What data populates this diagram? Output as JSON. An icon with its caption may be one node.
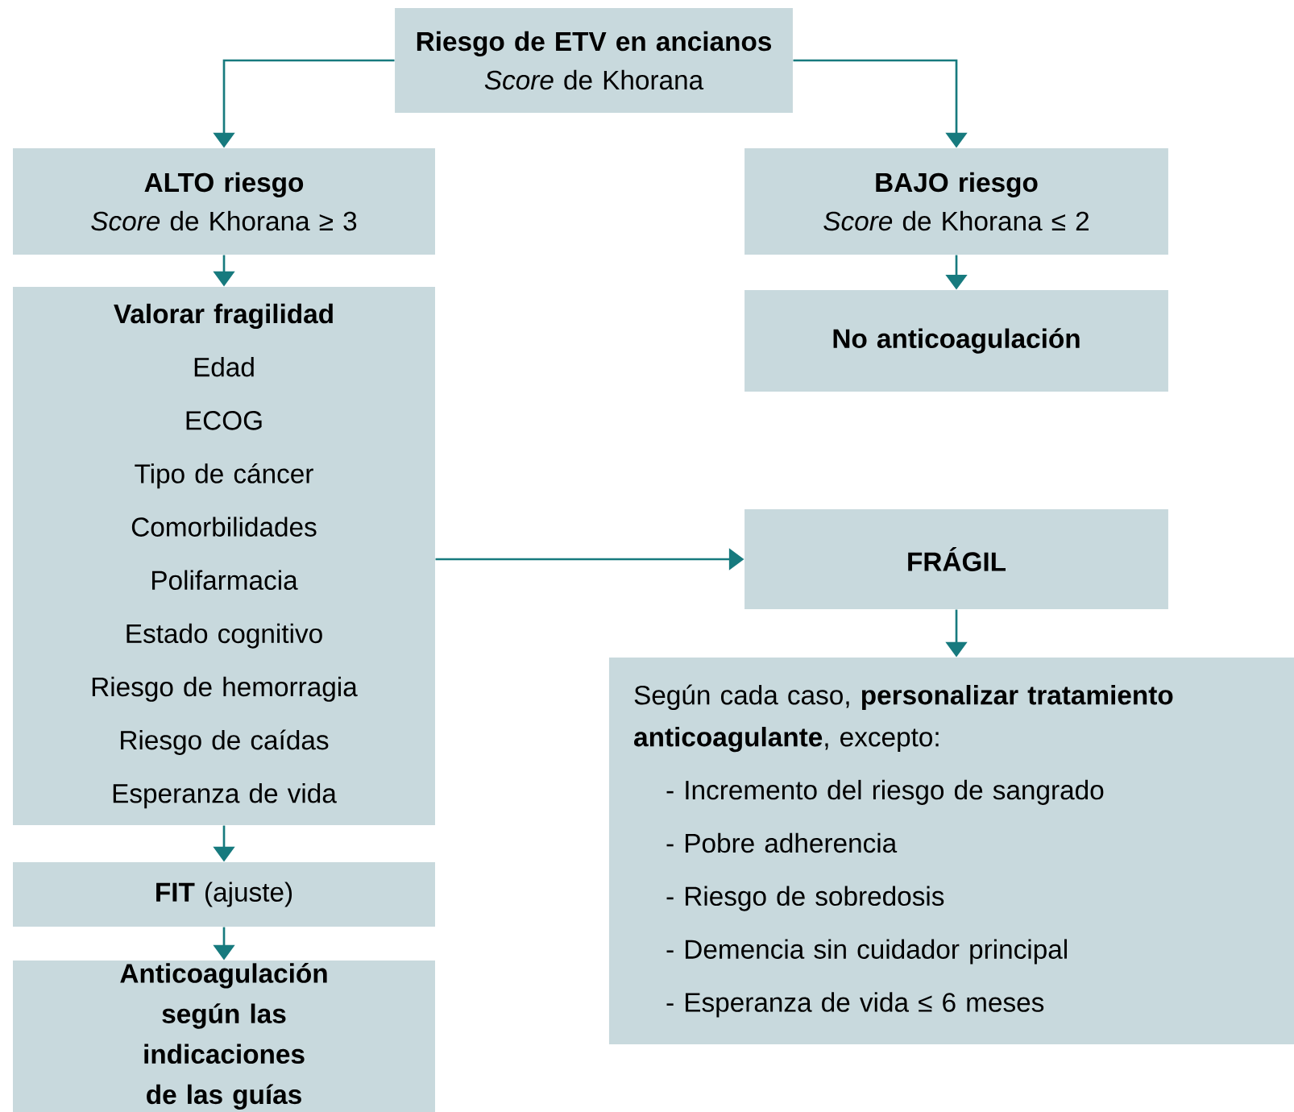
{
  "diagram": {
    "nodes": [
      {
        "text": [
          "Riesgo de ETV en ancianos",
          "*Score* de Khorana"
        ]
      },
      {
        "text": [
          "ALTO riesgo",
          "*Score* de Khorana ≥ 3"
        ]
      },
      {
        "text": [
          "BAJO riesgo",
          "*Score* de Khorana ≤ 2"
        ]
      },
      {
        "text": [
          "Valorar fragilidad",
          "Edad",
          "ECOG",
          "Tipo de cáncer",
          "Comorbilidades",
          "Polifarmacia",
          "Estado cognitivo",
          "Riesgo de hemorragia",
          "Riesgo de caídas",
          "Esperanza de vida"
        ]
      },
      {
        "text": [
          "No anticoagulación"
        ]
      },
      {
        "text": [
          "FRÁGIL"
        ]
      },
      {
        "text": [
          "Según cada caso, **personalizar tratamiento anticoagulante**, excepto:",
          "- Incremento del riesgo de sangrado",
          "- Pobre adherencia",
          "- Riesgo de sobredosis",
          "- Demencia sin cuidador principal",
          "- Esperanza de vida ≤ 6 meses"
        ]
      },
      {
        "text": [
          "**FIT** (ajuste)"
        ]
      },
      {
        "text": [
          "Anticoagulación según las indicaciones de las guías"
        ]
      }
    ],
    "edges": [
      {
        "from": 0,
        "to": 1,
        "arrow": "to"
      },
      {
        "from": 0,
        "to": 2,
        "arrow": "to"
      },
      {
        "from": 1,
        "to": 3,
        "arrow": "to"
      },
      {
        "from": 2,
        "to": 4,
        "arrow": "to"
      },
      {
        "from": 3,
        "to": 5,
        "arrow": "to"
      },
      {
        "from": 5,
        "to": 6,
        "arrow": "to"
      },
      {
        "from": 3,
        "to": 7,
        "arrow": "to"
      },
      {
        "from": 7,
        "to": 8,
        "arrow": "to"
      }
    ]
  }
}
